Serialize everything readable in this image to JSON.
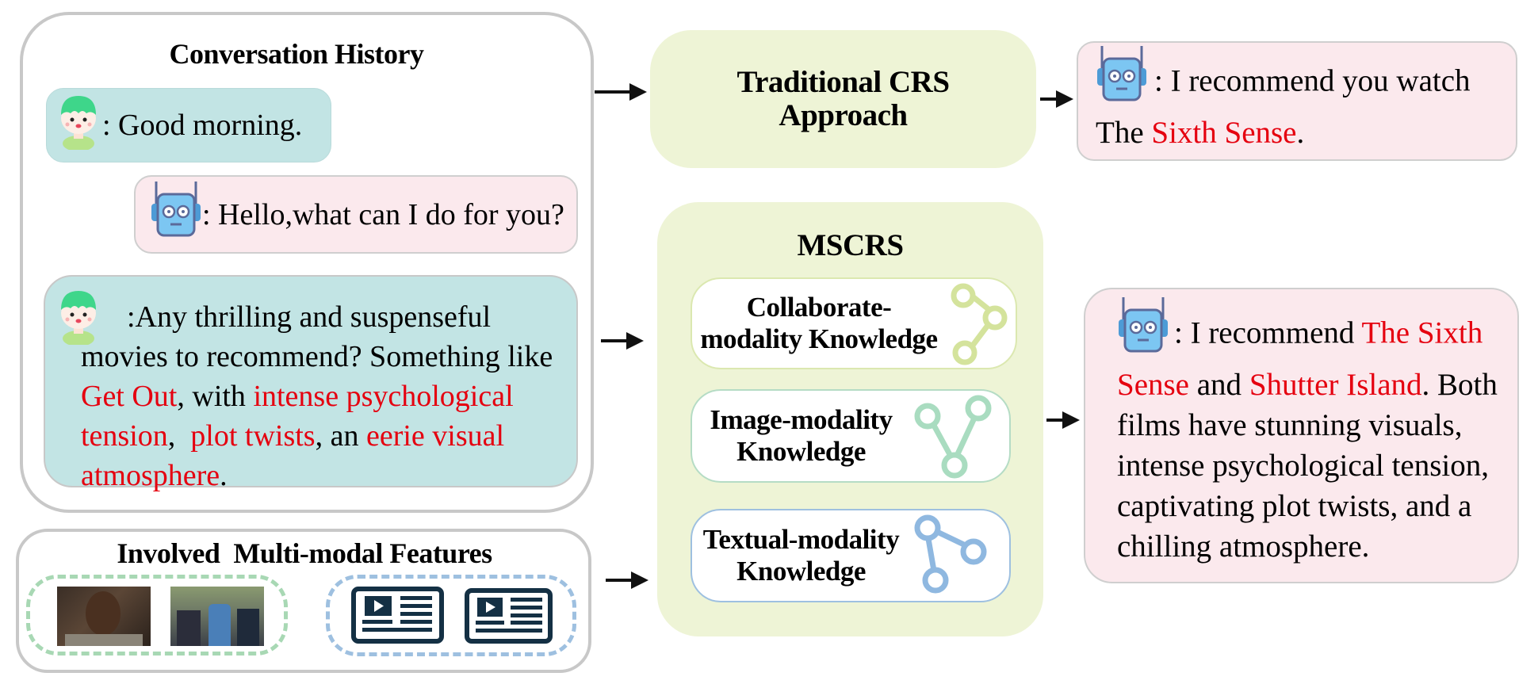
{
  "conversation": {
    "title": "Conversation History",
    "messages": [
      {
        "speaker": "user",
        "icon": "user-avatar-icon",
        "parts": [
          {
            "text": ": Good morning.",
            "highlight": false
          }
        ]
      },
      {
        "speaker": "bot",
        "icon": "robot-icon",
        "parts": [
          {
            "text": ": Hello,what can I do for you?",
            "highlight": false
          }
        ]
      },
      {
        "speaker": "user",
        "icon": "user-avatar-icon",
        "parts": [
          {
            "text": ":Any thrilling and suspenseful movies to recommend? Something like ",
            "highlight": false
          },
          {
            "text": "Get Out",
            "highlight": true
          },
          {
            "text": ", with ",
            "highlight": false
          },
          {
            "text": "intense psychological tension",
            "highlight": true
          },
          {
            "text": ",  ",
            "highlight": false
          },
          {
            "text": "plot twists",
            "highlight": true
          },
          {
            "text": ", an ",
            "highlight": false
          },
          {
            "text": "eerie visual atmosphere",
            "highlight": true
          },
          {
            "text": ".",
            "highlight": false
          }
        ]
      }
    ]
  },
  "features": {
    "title": "Involved  Multi-modal Features",
    "image_group": [
      "movie-still-1",
      "movie-still-2"
    ],
    "text_group": [
      "video-document-icon",
      "video-document-icon"
    ]
  },
  "traditional": {
    "title_line1": "Traditional CRS",
    "title_line2": "Approach",
    "output_parts": [
      {
        "text": ": I recommend you watch The ",
        "highlight": false
      },
      {
        "text": "Sixth Sense",
        "highlight": true
      },
      {
        "text": ".",
        "highlight": false
      }
    ]
  },
  "mscrs": {
    "title": "MSCRS",
    "modules": [
      {
        "line1": "Collaborate-",
        "line2": "modality Knowledge",
        "icon": "graph-nodes-icon",
        "color": "#d4e39c"
      },
      {
        "line1": "Image-modality",
        "line2": "Knowledge",
        "icon": "graph-nodes-icon",
        "color": "#a9dcc0"
      },
      {
        "line1": "Textual-modality",
        "line2": "Knowledge",
        "icon": "graph-nodes-icon",
        "color": "#8fb8e0"
      }
    ],
    "output_parts": [
      {
        "text": ": I recommend ",
        "highlight": false
      },
      {
        "text": "The Sixth Sense",
        "highlight": true
      },
      {
        "text": " and ",
        "highlight": false
      },
      {
        "text": "Shutter Island",
        "highlight": true
      },
      {
        "text": ". Both films have stunning visuals, intense psychological tension, captivating plot twists, and a chilling atmosphere.",
        "highlight": false
      }
    ]
  },
  "colors": {
    "highlight": "#e5000f",
    "user_bubble": "#c2e4e4",
    "bot_bubble": "#fbe9ed",
    "module_bg": "#eef4d6"
  }
}
